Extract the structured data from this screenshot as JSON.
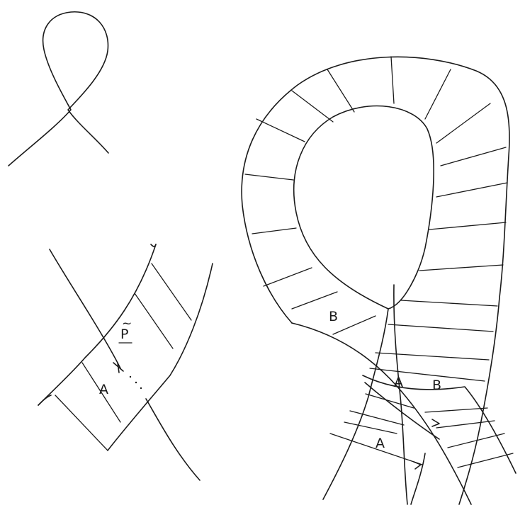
{
  "labels": {
    "p_tilde_base": "P",
    "p_tilde_accent": "~",
    "a_lower_left": "A",
    "b_band": "B",
    "a_crossing": "A",
    "b_crossing": "B",
    "a_bottom": "A"
  },
  "colors": {
    "ink": "#1a1a1a",
    "paper": "#ffffff"
  }
}
